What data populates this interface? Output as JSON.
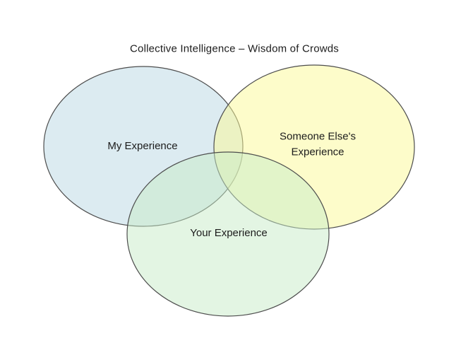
{
  "title": "Collective Intelligence – Wisdom of Crowds",
  "diagram": {
    "type": "venn-3-sets",
    "background": "#ffffff",
    "outline_color": "#4d4d4d",
    "text_color": "#1c1c1c",
    "sets": {
      "my": {
        "label": "My Experience",
        "fill": "#b9d7e3",
        "rendered_fill_over_white": "#dcebf1"
      },
      "someone": {
        "label": "Someone Else's\nExperience",
        "fill": "#fbf995",
        "rendered_fill_over_white": "#fdfccb"
      },
      "your": {
        "label": "Your Experience",
        "fill": "#c7ebc7",
        "rendered_fill_over_white": "#e3f5e3"
      }
    }
  }
}
